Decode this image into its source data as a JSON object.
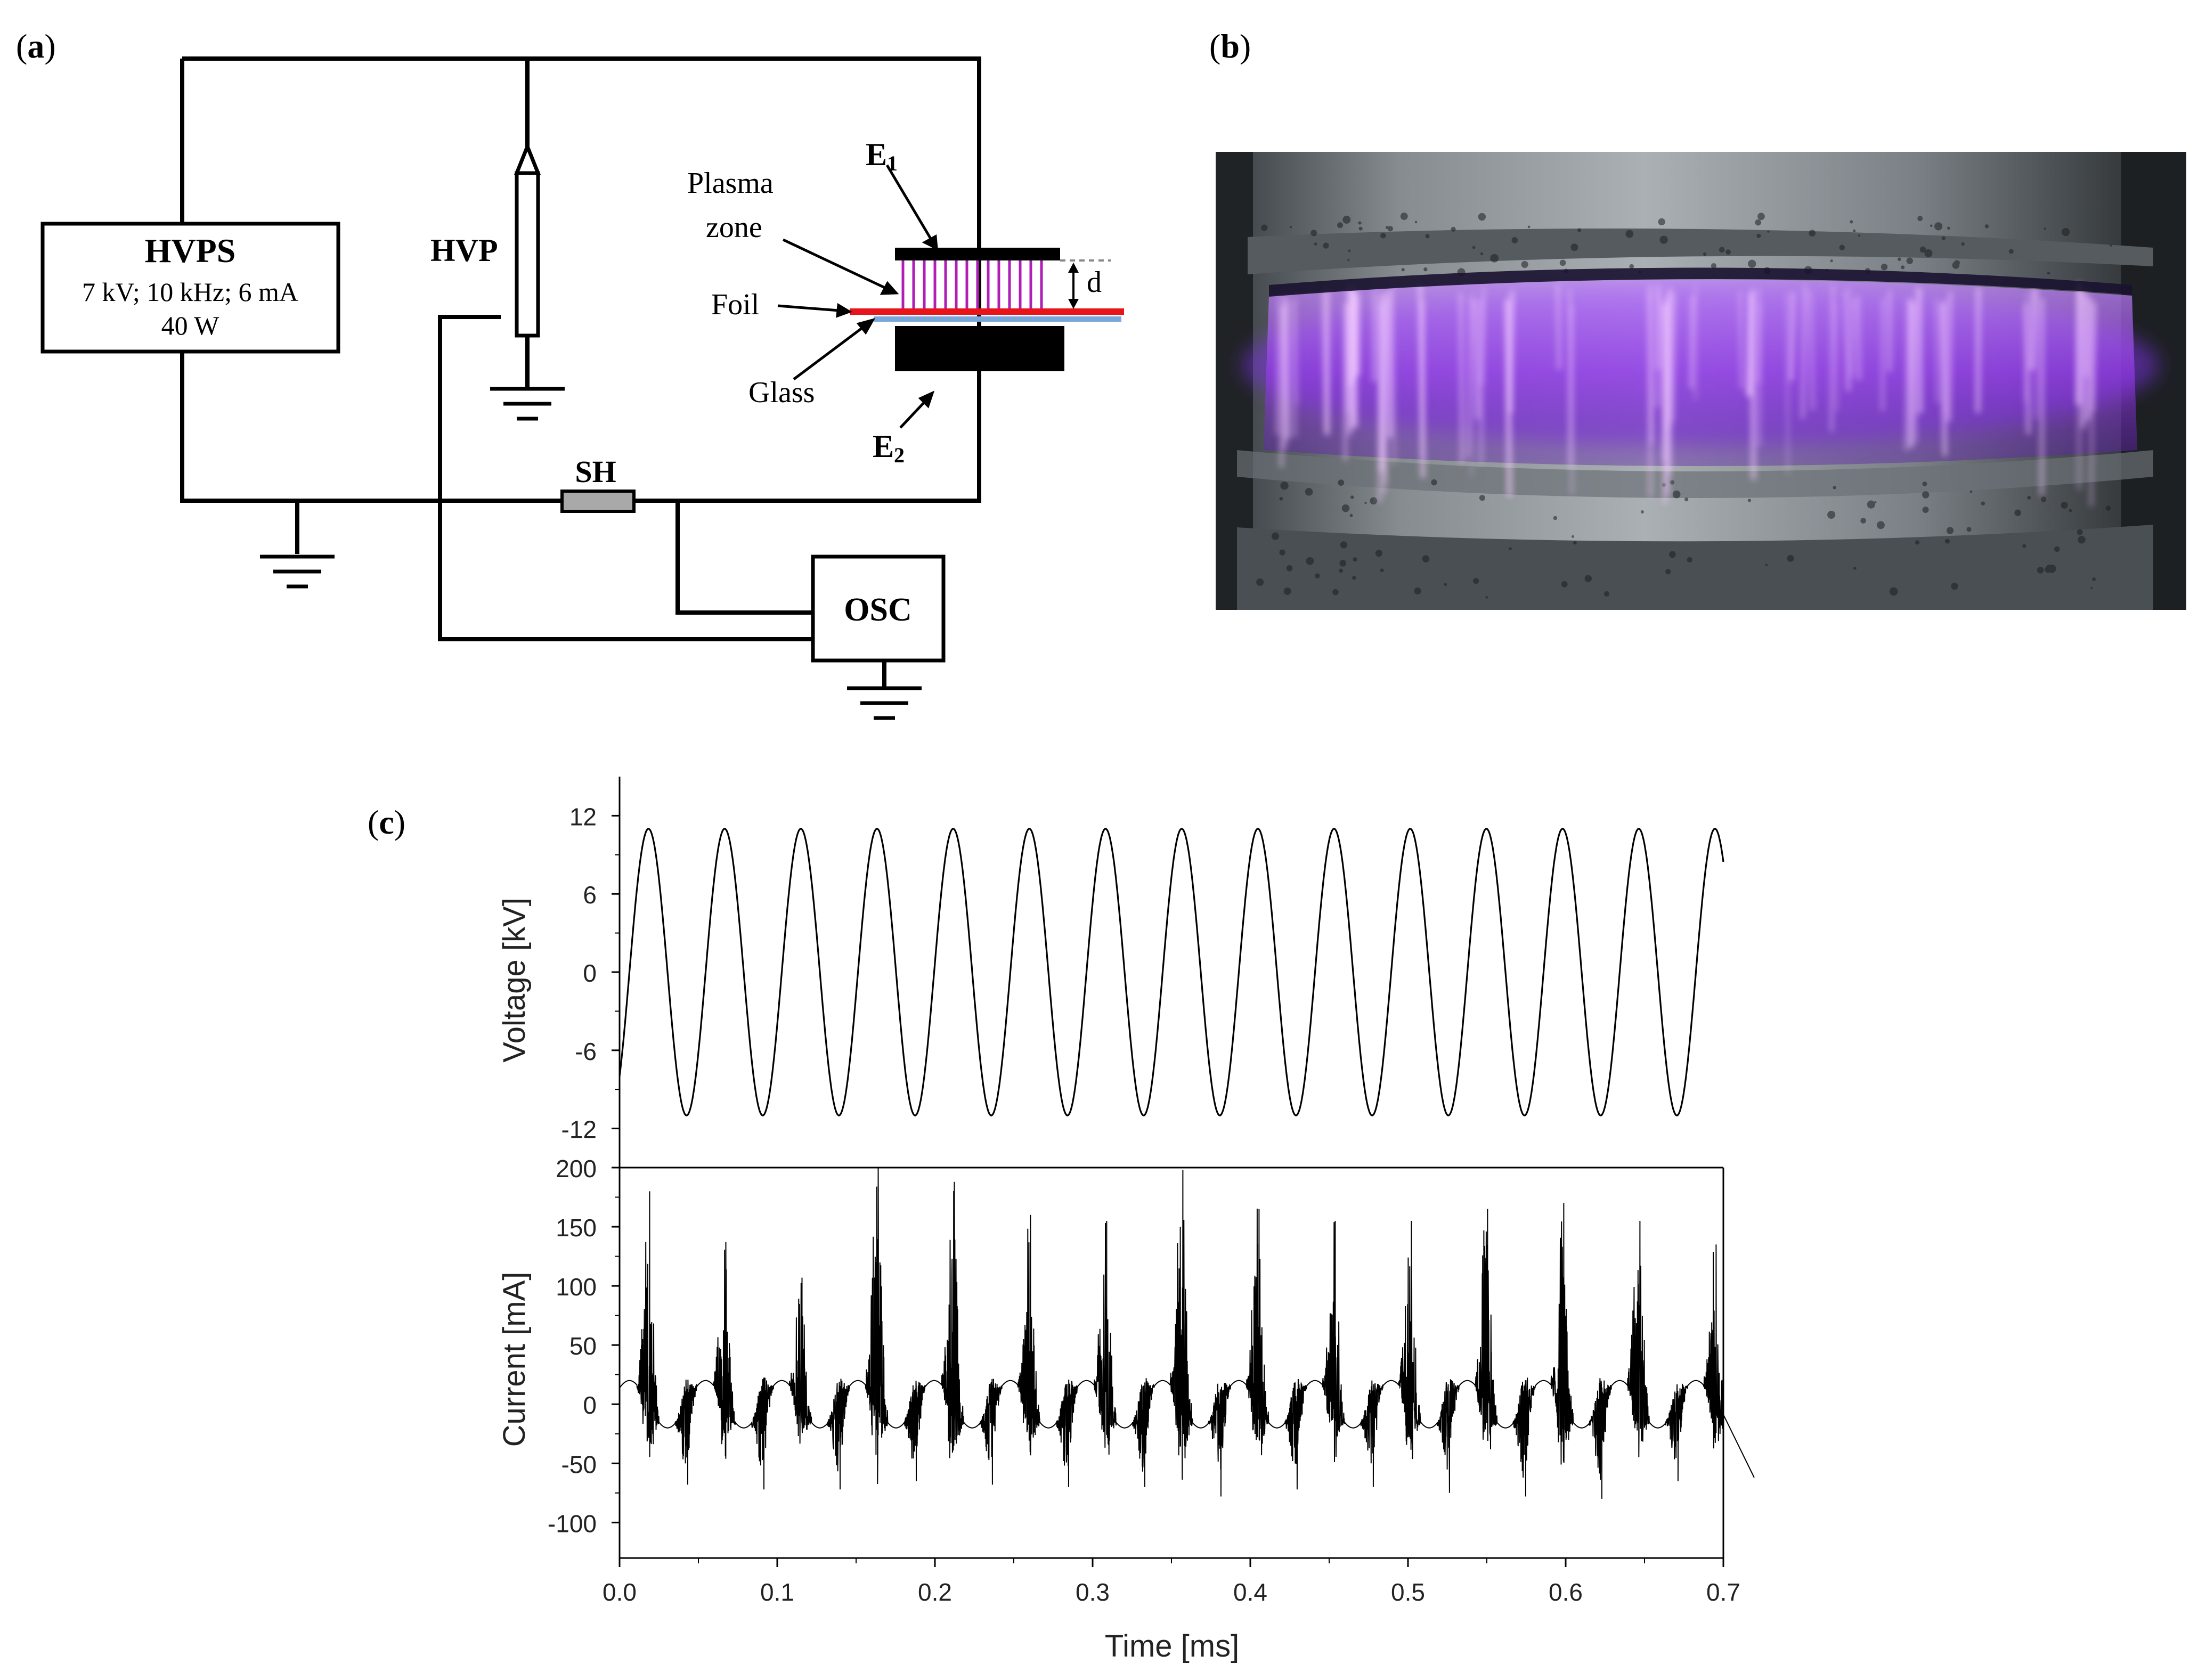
{
  "panels": {
    "a": {
      "label": "a",
      "power_supply": {
        "name": "HVPS",
        "specs_line1": "7 kV; 10 kHz; 6 mA",
        "specs_line2": "40 W"
      },
      "probe_label": "HVP",
      "shunt_label": "SH",
      "oscilloscope_label": "OSC",
      "reactor": {
        "plasma_label_line1": "Plasma",
        "plasma_label_line2": "zone",
        "foil_label": "Foil",
        "glass_label": "Glass",
        "electrode_top": "E",
        "electrode_top_sub": "1",
        "electrode_bottom": "E",
        "electrode_bottom_sub": "2",
        "gap_label": "d"
      },
      "colors": {
        "foil": "#e8141c",
        "glass": "#7aa7d9",
        "plasma": "#b01eb8"
      }
    },
    "b": {
      "label": "b",
      "colors": {
        "discharge": "#9a3cf0",
        "metal": "#8c9296"
      }
    },
    "c": {
      "label": "c",
      "chart_data": [
        {
          "type": "line",
          "ylabel": "Voltage [kV]",
          "xlim": [
            0.0,
            0.7
          ],
          "ylim": [
            -15,
            15
          ],
          "yticks": [
            12,
            6,
            0,
            -6,
            -12
          ],
          "waveform": {
            "frequency_kHz": 20.7,
            "amplitude_kV": 11,
            "initial_value_kV": -8
          }
        },
        {
          "type": "line",
          "xlabel": "Time [ms]",
          "ylabel": "Current [mA]",
          "xlim": [
            0.0,
            0.7
          ],
          "ylim": [
            -130,
            200
          ],
          "yticks": [
            200,
            150,
            100,
            50,
            0,
            -50,
            -100
          ],
          "xticks": [
            "0.0",
            "0.1",
            "0.2",
            "0.3",
            "0.4",
            "0.5",
            "0.6",
            "0.7"
          ],
          "baseline_amplitude_mA": 20,
          "spike_peaks_mA": [
            180,
            137,
            107,
            200,
            188,
            160,
            155,
            198,
            165,
            155,
            155,
            165,
            170,
            155,
            135
          ],
          "negative_peaks_mA": [
            -68,
            -72,
            -72,
            -65,
            -68,
            -70,
            -70,
            -78,
            -72,
            -70,
            -75,
            -78,
            -80,
            -65,
            -62
          ]
        }
      ]
    }
  }
}
